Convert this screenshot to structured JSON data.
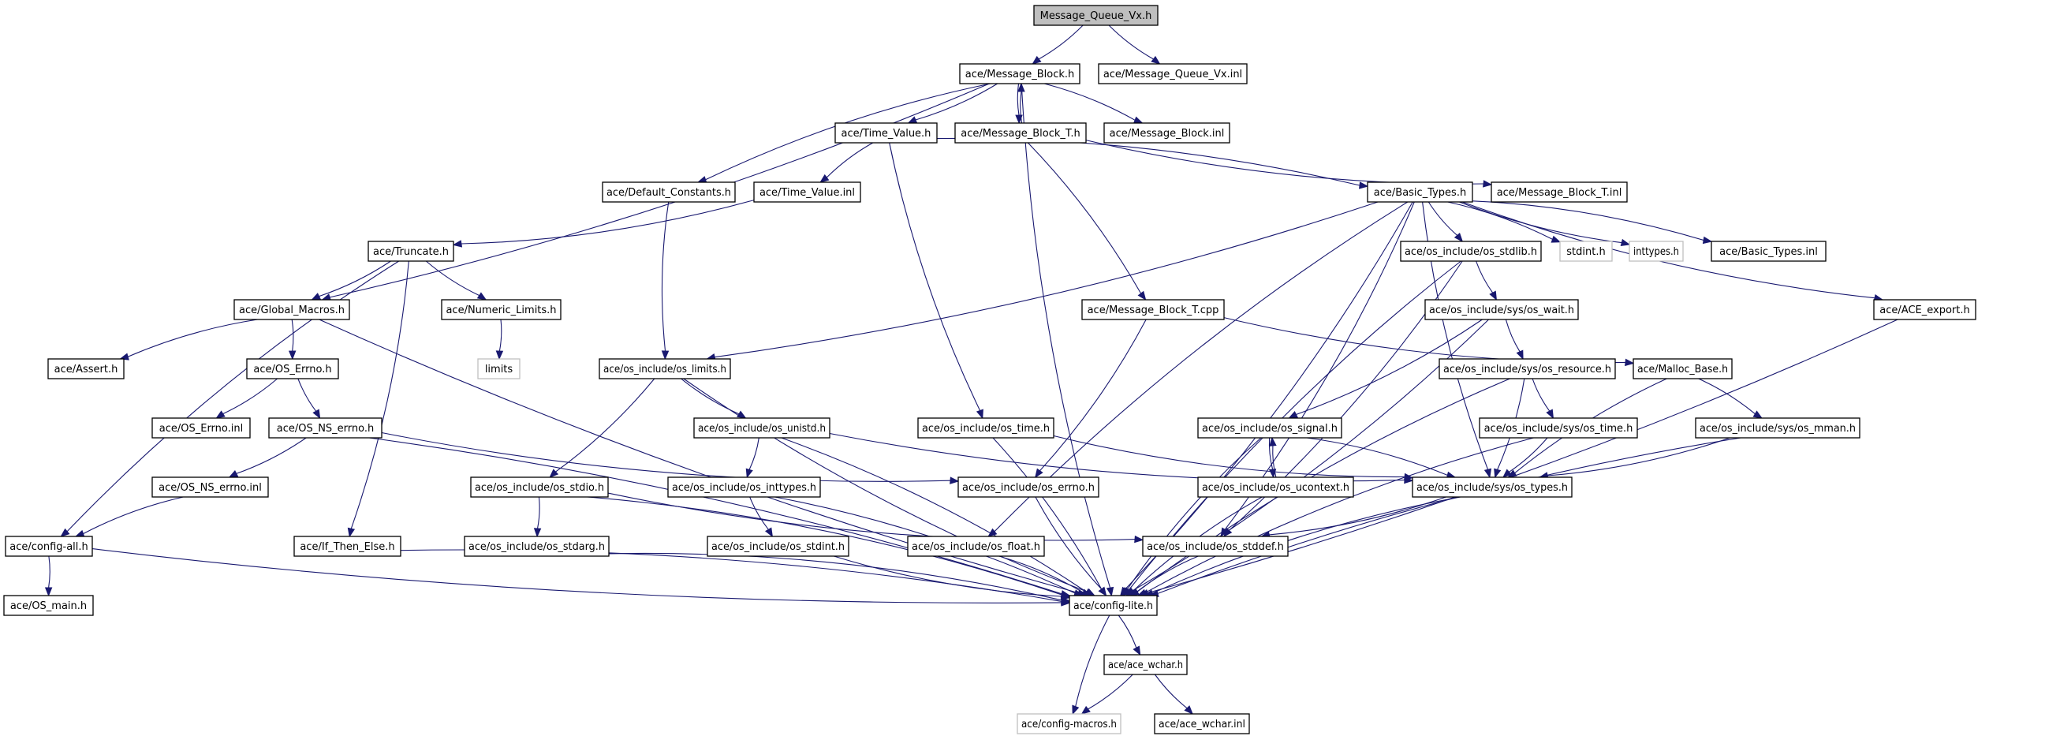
{
  "title": "Message_Queue_Vx.h",
  "colors": {
    "edge": "#191970",
    "root_fill": "#bfbfbf",
    "node_border": "#000000",
    "system_border": "#bfbfbf"
  },
  "nodes": [
    {
      "id": "mqvx",
      "label": "Message_Queue_Vx.h",
      "kind": "root"
    },
    {
      "id": "mb",
      "label": "ace/Message_Block.h",
      "kind": "file"
    },
    {
      "id": "mqvxinl",
      "label": "ace/Message_Queue_Vx.inl",
      "kind": "file"
    },
    {
      "id": "tv",
      "label": "ace/Time_Value.h",
      "kind": "file"
    },
    {
      "id": "mbt",
      "label": "ace/Message_Block_T.h",
      "kind": "file"
    },
    {
      "id": "mbinl",
      "label": "ace/Message_Block.inl",
      "kind": "file"
    },
    {
      "id": "dc",
      "label": "ace/Default_Constants.h",
      "kind": "file"
    },
    {
      "id": "tvinl",
      "label": "ace/Time_Value.inl",
      "kind": "file"
    },
    {
      "id": "bt",
      "label": "ace/Basic_Types.h",
      "kind": "file"
    },
    {
      "id": "mbtinl",
      "label": "ace/Message_Block_T.inl",
      "kind": "file"
    },
    {
      "id": "trunc",
      "label": "ace/Truncate.h",
      "kind": "file"
    },
    {
      "id": "stdlib",
      "label": "ace/os_include/os_stdlib.h",
      "kind": "file"
    },
    {
      "id": "stdint",
      "label": "stdint.h",
      "kind": "system"
    },
    {
      "id": "inttypes",
      "label": "inttypes.h",
      "kind": "system"
    },
    {
      "id": "btinl",
      "label": "ace/Basic_Types.inl",
      "kind": "file"
    },
    {
      "id": "gm",
      "label": "ace/Global_Macros.h",
      "kind": "file"
    },
    {
      "id": "nl",
      "label": "ace/Numeric_Limits.h",
      "kind": "file"
    },
    {
      "id": "mbtcpp",
      "label": "ace/Message_Block_T.cpp",
      "kind": "file"
    },
    {
      "id": "wait",
      "label": "ace/os_include/sys/os_wait.h",
      "kind": "file"
    },
    {
      "id": "aceexp",
      "label": "ace/ACE_export.h",
      "kind": "file"
    },
    {
      "id": "assert",
      "label": "ace/Assert.h",
      "kind": "file"
    },
    {
      "id": "oserrno",
      "label": "ace/OS_Errno.h",
      "kind": "file"
    },
    {
      "id": "limits",
      "label": "limits",
      "kind": "system"
    },
    {
      "id": "oslimits",
      "label": "ace/os_include/os_limits.h",
      "kind": "file"
    },
    {
      "id": "resource",
      "label": "ace/os_include/sys/os_resource.h",
      "kind": "file"
    },
    {
      "id": "malloc",
      "label": "ace/Malloc_Base.h",
      "kind": "file"
    },
    {
      "id": "oserrnoinl",
      "label": "ace/OS_Errno.inl",
      "kind": "file"
    },
    {
      "id": "osnserrno",
      "label": "ace/OS_NS_errno.h",
      "kind": "file"
    },
    {
      "id": "unistd",
      "label": "ace/os_include/os_unistd.h",
      "kind": "file"
    },
    {
      "id": "ostime",
      "label": "ace/os_include/os_time.h",
      "kind": "file"
    },
    {
      "id": "signal",
      "label": "ace/os_include/os_signal.h",
      "kind": "file"
    },
    {
      "id": "systime",
      "label": "ace/os_include/sys/os_time.h",
      "kind": "file"
    },
    {
      "id": "mman",
      "label": "ace/os_include/sys/os_mman.h",
      "kind": "file"
    },
    {
      "id": "osnserrnoinl",
      "label": "ace/OS_NS_errno.inl",
      "kind": "file"
    },
    {
      "id": "stdio",
      "label": "ace/os_include/os_stdio.h",
      "kind": "file"
    },
    {
      "id": "osinttypes",
      "label": "ace/os_include/os_inttypes.h",
      "kind": "file"
    },
    {
      "id": "oserrnoh",
      "label": "ace/os_include/os_errno.h",
      "kind": "file"
    },
    {
      "id": "ucontext",
      "label": "ace/os_include/os_ucontext.h",
      "kind": "file"
    },
    {
      "id": "systypes",
      "label": "ace/os_include/sys/os_types.h",
      "kind": "file"
    },
    {
      "id": "configall",
      "label": "ace/config-all.h",
      "kind": "file"
    },
    {
      "id": "ite",
      "label": "ace/If_Then_Else.h",
      "kind": "file"
    },
    {
      "id": "stdarg",
      "label": "ace/os_include/os_stdarg.h",
      "kind": "file"
    },
    {
      "id": "osstdint",
      "label": "ace/os_include/os_stdint.h",
      "kind": "file"
    },
    {
      "id": "float",
      "label": "ace/os_include/os_float.h",
      "kind": "file"
    },
    {
      "id": "stddef",
      "label": "ace/os_include/os_stddef.h",
      "kind": "file"
    },
    {
      "id": "osmain",
      "label": "ace/OS_main.h",
      "kind": "file"
    },
    {
      "id": "configlite",
      "label": "ace/config-lite.h",
      "kind": "file"
    },
    {
      "id": "wchar",
      "label": "ace/ace_wchar.h",
      "kind": "file"
    },
    {
      "id": "configmacros",
      "label": "ace/config-macros.h",
      "kind": "system"
    },
    {
      "id": "wcharinl",
      "label": "ace/ace_wchar.inl",
      "kind": "file"
    }
  ],
  "edges": [
    [
      "mqvx",
      "mb"
    ],
    [
      "mqvx",
      "mqvxinl"
    ],
    [
      "mb",
      "tv"
    ],
    [
      "mb",
      "mbt"
    ],
    [
      "mb",
      "mbinl"
    ],
    [
      "mb",
      "dc"
    ],
    [
      "mb",
      "gm"
    ],
    [
      "mb",
      "configlite"
    ],
    [
      "mbt",
      "mb"
    ],
    [
      "mbt",
      "mbtinl"
    ],
    [
      "mbt",
      "mbtcpp"
    ],
    [
      "tv",
      "tvinl"
    ],
    [
      "tv",
      "bt"
    ],
    [
      "tv",
      "ostime"
    ],
    [
      "tvinl",
      "trunc"
    ],
    [
      "dc",
      "oslimits"
    ],
    [
      "trunc",
      "gm"
    ],
    [
      "trunc",
      "nl"
    ],
    [
      "trunc",
      "ite"
    ],
    [
      "trunc",
      "configall"
    ],
    [
      "nl",
      "limits"
    ],
    [
      "gm",
      "assert"
    ],
    [
      "gm",
      "oserrno"
    ],
    [
      "gm",
      "configlite"
    ],
    [
      "oserrno",
      "oserrnoinl"
    ],
    [
      "oserrno",
      "osnserrno"
    ],
    [
      "osnserrno",
      "osnserrnoinl"
    ],
    [
      "osnserrno",
      "oserrnoh"
    ],
    [
      "osnserrno",
      "configlite"
    ],
    [
      "osnserrnoinl",
      "configall"
    ],
    [
      "configall",
      "osmain"
    ],
    [
      "configall",
      "configlite"
    ],
    [
      "ite",
      "configlite"
    ],
    [
      "bt",
      "stdlib"
    ],
    [
      "bt",
      "stdint"
    ],
    [
      "bt",
      "inttypes"
    ],
    [
      "bt",
      "btinl"
    ],
    [
      "bt",
      "aceexp"
    ],
    [
      "bt",
      "oslimits"
    ],
    [
      "bt",
      "float"
    ],
    [
      "bt",
      "stddef"
    ],
    [
      "bt",
      "systypes"
    ],
    [
      "bt",
      "configlite"
    ],
    [
      "stdlib",
      "wait"
    ],
    [
      "stdlib",
      "stddef"
    ],
    [
      "stdlib",
      "configlite"
    ],
    [
      "wait",
      "signal"
    ],
    [
      "wait",
      "resource"
    ],
    [
      "wait",
      "configlite"
    ],
    [
      "resource",
      "systime"
    ],
    [
      "resource",
      "systypes"
    ],
    [
      "resource",
      "configlite"
    ],
    [
      "mbtcpp",
      "oserrnoh"
    ],
    [
      "mbtcpp",
      "malloc"
    ],
    [
      "malloc",
      "mman"
    ],
    [
      "malloc",
      "systypes"
    ],
    [
      "aceexp",
      "configlite"
    ],
    [
      "oslimits",
      "unistd"
    ],
    [
      "oslimits",
      "stdio"
    ],
    [
      "oslimits",
      "configlite"
    ],
    [
      "unistd",
      "osinttypes"
    ],
    [
      "unistd",
      "systypes"
    ],
    [
      "unistd",
      "configlite"
    ],
    [
      "ostime",
      "systypes"
    ],
    [
      "ostime",
      "configlite"
    ],
    [
      "signal",
      "ucontext"
    ],
    [
      "signal",
      "systypes"
    ],
    [
      "signal",
      "configlite"
    ],
    [
      "ucontext",
      "signal"
    ],
    [
      "ucontext",
      "configlite"
    ],
    [
      "systime",
      "systypes"
    ],
    [
      "systime",
      "configlite"
    ],
    [
      "mman",
      "systypes"
    ],
    [
      "mman",
      "configlite"
    ],
    [
      "stdio",
      "stdarg"
    ],
    [
      "stdio",
      "stddef"
    ],
    [
      "stdio",
      "configlite"
    ],
    [
      "osinttypes",
      "osstdint"
    ],
    [
      "osinttypes",
      "configlite"
    ],
    [
      "oserrnoh",
      "configlite"
    ],
    [
      "systypes",
      "stddef"
    ],
    [
      "systypes",
      "configlite"
    ],
    [
      "stdarg",
      "configlite"
    ],
    [
      "osstdint",
      "configlite"
    ],
    [
      "float",
      "configlite"
    ],
    [
      "stddef",
      "configlite"
    ],
    [
      "configlite",
      "wchar"
    ],
    [
      "configlite",
      "configmacros"
    ],
    [
      "wchar",
      "configmacros"
    ],
    [
      "wchar",
      "wcharinl"
    ]
  ]
}
